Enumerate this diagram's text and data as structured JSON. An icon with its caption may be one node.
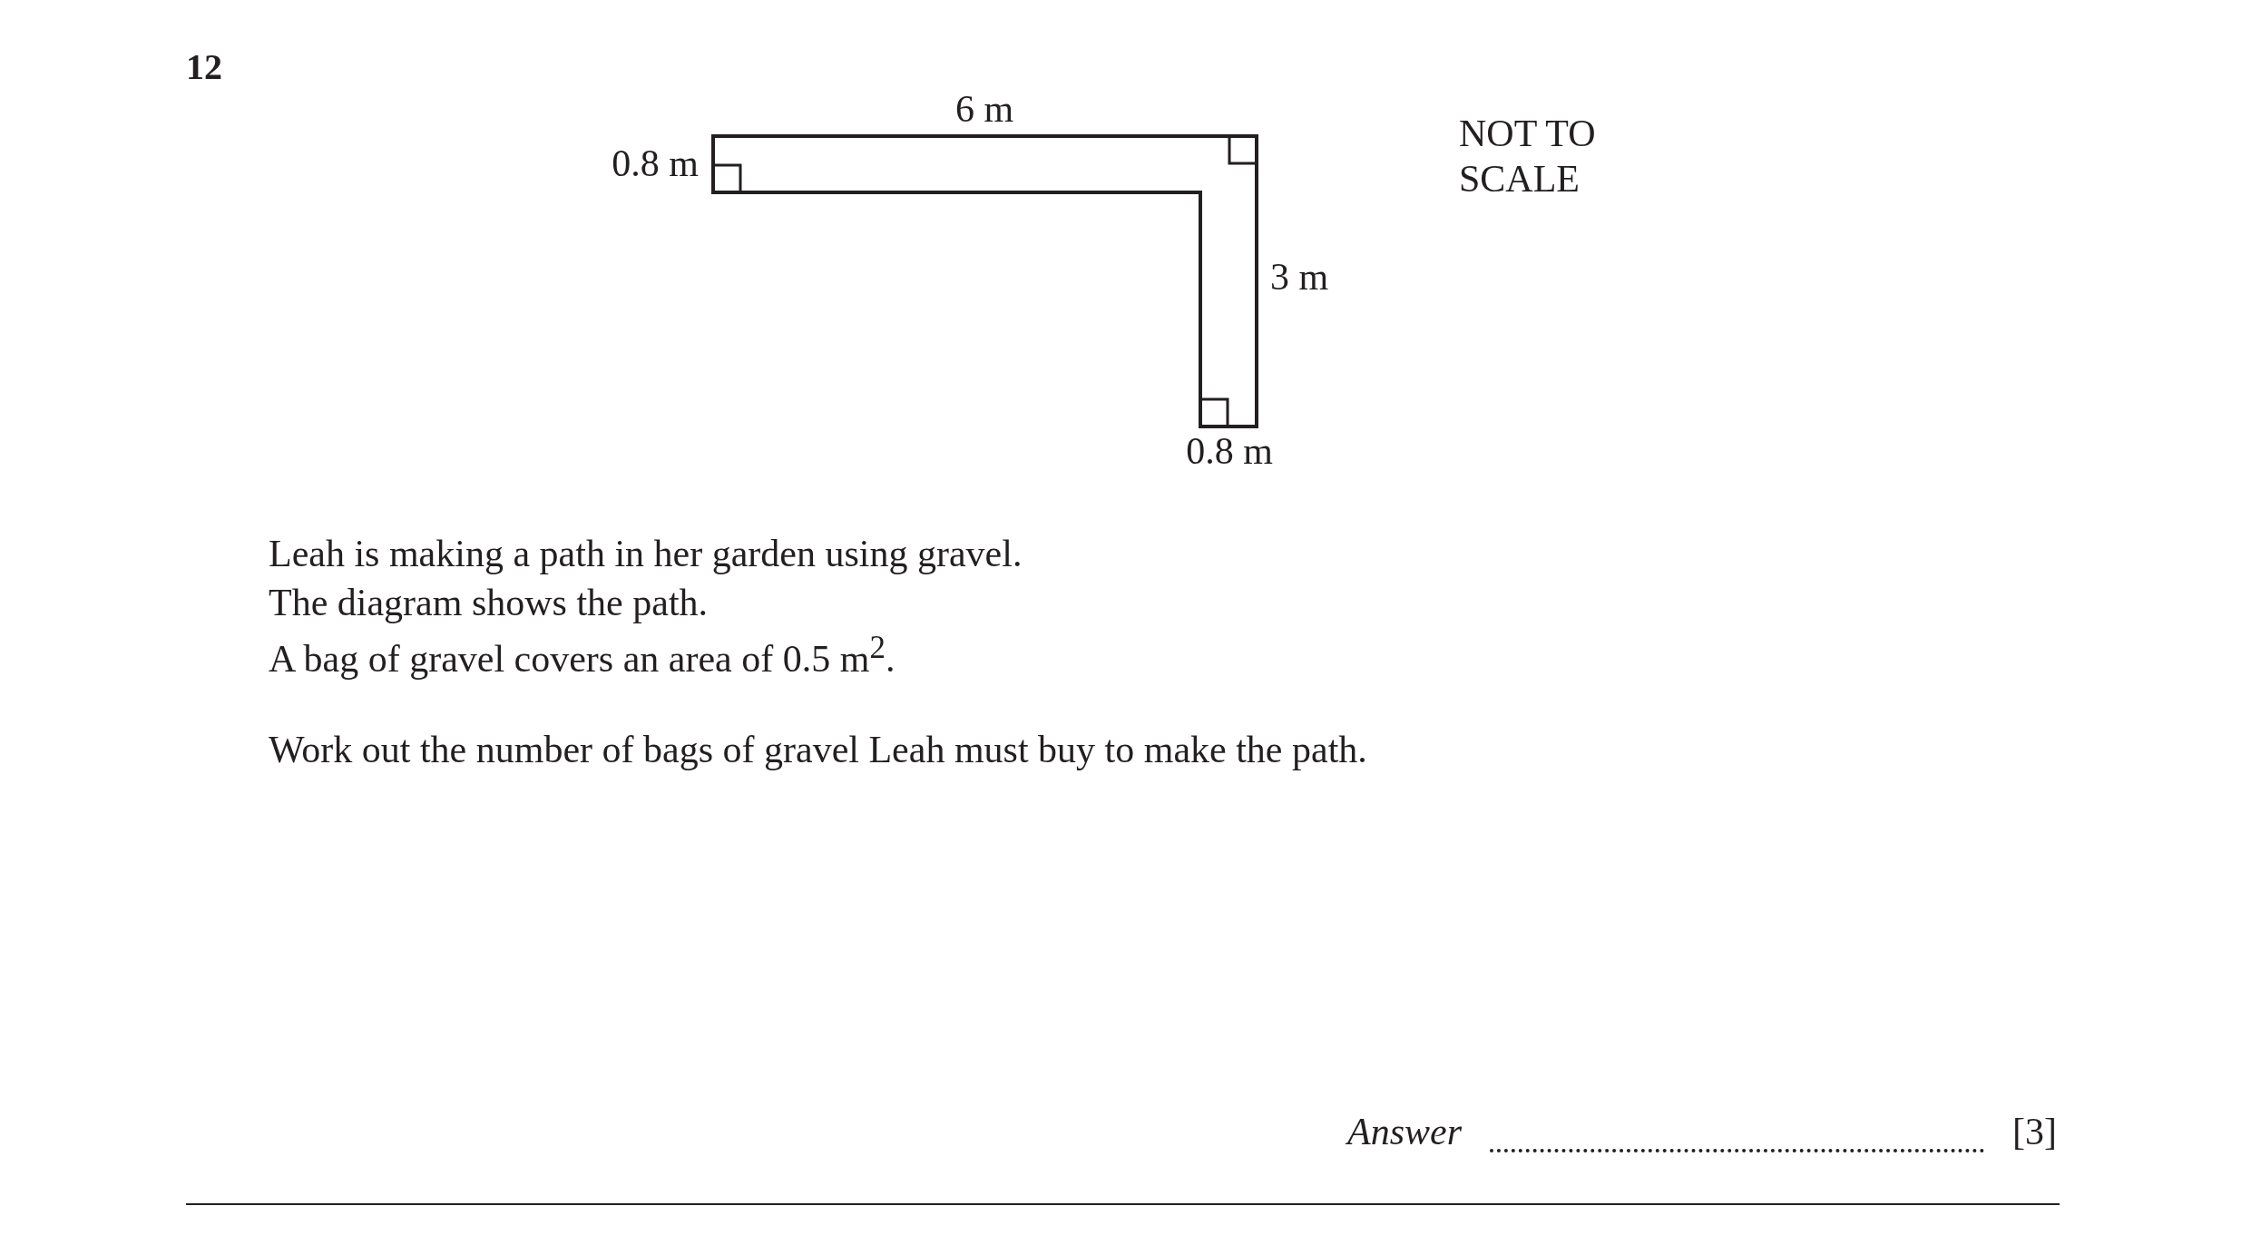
{
  "diagram": {
    "labels": [
      "12",
      "6 m",
      "0.8 m",
      "NOT TO SCALE",
      "3 m",
      "0.8 m",
      "Leah is making a path in her garden using gravel.",
      "The diagram shows the path.",
      "A bag of gravel covers an area of 0.5 m$^{2}$.",
      "Work out the number of bags of gravel Leah must buy to make the path.",
      "Answer",
      "[3]"
    ]
  }
}
